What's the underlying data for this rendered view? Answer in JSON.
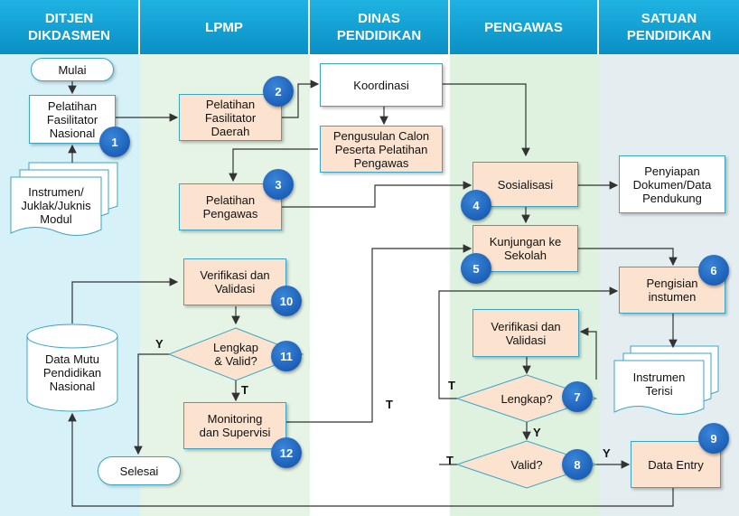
{
  "lanes": [
    {
      "label": "DITJEN\nDIKDASMEN"
    },
    {
      "label": "LPMP"
    },
    {
      "label": "DINAS\nPENDIDIKAN"
    },
    {
      "label": "PENGAWAS"
    },
    {
      "label": "SATUAN\nPENDIDIKAN"
    }
  ],
  "nodes": {
    "mulai": "Mulai",
    "pelatihan_nasional": "Pelatihan\nFasilitator\nNasional",
    "instrumen_modul": "Instrumen/\nJuklak/Juknis\nModul",
    "data_mutu": "Data Mutu\nPendidikan\nNasional",
    "pelatihan_daerah": "Pelatihan\nFasilitator\nDaerah",
    "pelatihan_pengawas": "Pelatihan\nPengawas",
    "verifikasi_lpmp": "Verifikasi dan\nValidasi",
    "lengkap_valid": "Lengkap\n& Valid?",
    "monitoring": "Monitoring\ndan Supervisi",
    "selesai": "Selesai",
    "koordinasi": "Koordinasi",
    "pengusulan": "Pengusulan Calon\nPeserta Pelatihan\nPengawas",
    "sosialisasi": "Sosialisasi",
    "kunjungan": "Kunjungan ke\nSekolah",
    "verifikasi_pengawas": "Verifikasi dan\nValidasi",
    "lengkap": "Lengkap?",
    "valid": "Valid?",
    "penyiapan": "Penyiapan\nDokumen/Data\nPendukung",
    "pengisian": "Pengisian\ninstumen",
    "instrumen_terisi": "Instrumen\nTerisi",
    "data_entry": "Data Entry"
  },
  "badges": [
    "1",
    "2",
    "3",
    "4",
    "5",
    "6",
    "7",
    "8",
    "9",
    "10",
    "11",
    "12"
  ],
  "edge_labels": {
    "y_lpmp": "Y",
    "t_lpmp": "T",
    "t_monitoring": "T",
    "t_lengkap": "T",
    "y_lengkap": "Y",
    "t_valid": "T",
    "y_valid": "Y"
  },
  "colors": {
    "header": "#0a8fc4",
    "lane_ditjen": "#d7f1f8",
    "lane_lpmp": "#e6f4e6",
    "lane_dinas": "#ffffff",
    "lane_pengawas": "#dff2e0",
    "lane_satuan": "#e4eef0",
    "process_fill": "#fbe3cf",
    "badge": "#1660b8"
  }
}
